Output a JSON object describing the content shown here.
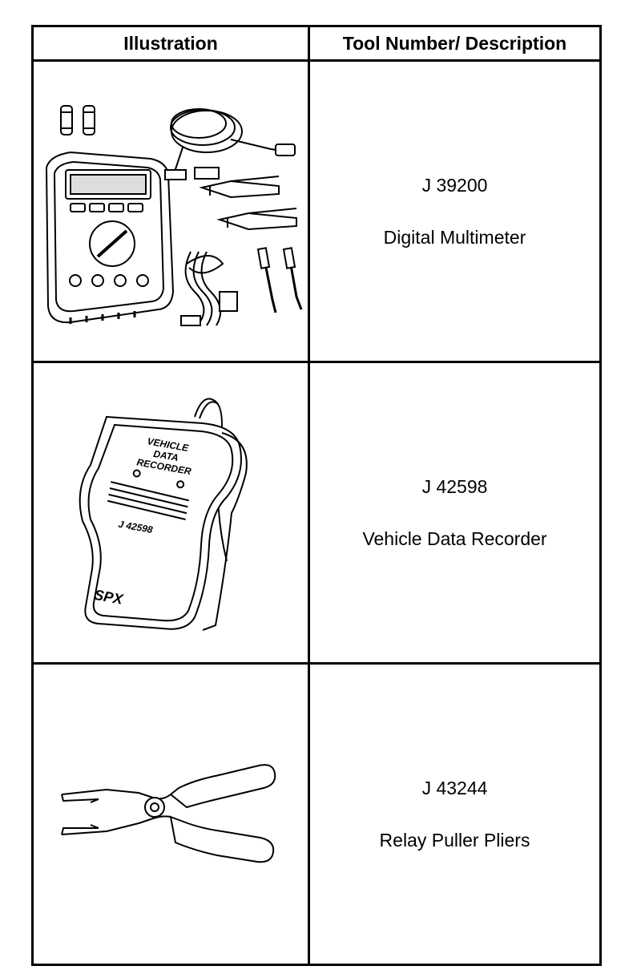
{
  "table": {
    "headers": {
      "illustration": "Illustration",
      "description": "Tool Number/ Description"
    },
    "rows": [
      {
        "tool_number": "J 39200",
        "description": "Digital Multimeter",
        "illustration_icon": "digital-multimeter-illustration"
      },
      {
        "tool_number": "J 42598",
        "description": "Vehicle Data Recorder",
        "illustration_icon": "vehicle-data-recorder-illustration",
        "device_text": {
          "title_lines": [
            "VEHICLE",
            "DATA",
            "RECORDER"
          ],
          "model": "J 42598",
          "brand": "SPX"
        }
      },
      {
        "tool_number": "J 43244",
        "description": "Relay Puller Pliers",
        "illustration_icon": "relay-puller-pliers-illustration"
      }
    ]
  }
}
